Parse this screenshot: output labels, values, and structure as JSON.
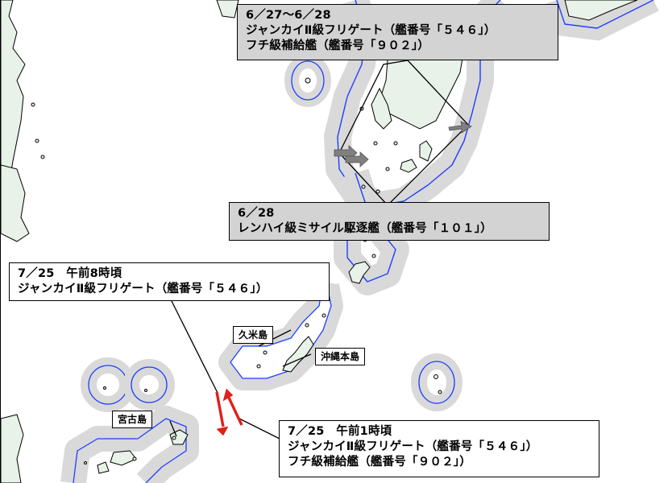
{
  "callouts": {
    "jun27": {
      "date": "6／27～6／28",
      "line1": "ジャンカイⅡ級フリゲート（艦番号「５４６」）",
      "line2": "フチ級補給艦（艦番号「９０２」）"
    },
    "jun28": {
      "date": "6／28",
      "line1": "レンハイ級ミサイル駆逐艦（艦番号「１０１」）"
    },
    "jul25_am8": {
      "date": "7／25　午前8時頃",
      "line1": "ジャンカイⅡ級フリゲート（艦番号「５４６」）"
    },
    "jul25_am1": {
      "date": "7／25　午前1時頃",
      "line1": "ジャンカイⅡ級フリゲート（艦番号「５４６」）",
      "line2": "フチ級補給艦（艦番号「９０２」）"
    }
  },
  "place_labels": {
    "kume": "久米島",
    "okinawa": "沖縄本島",
    "miyako": "宮古島"
  },
  "colors": {
    "contiguous_zone_line": "#1f3fff",
    "buffer_zone_fill": "#d9d9d9",
    "land": "#e8f2e8",
    "track_arrow_red": "#e0201a",
    "track_arrow_grey": "#808080"
  }
}
